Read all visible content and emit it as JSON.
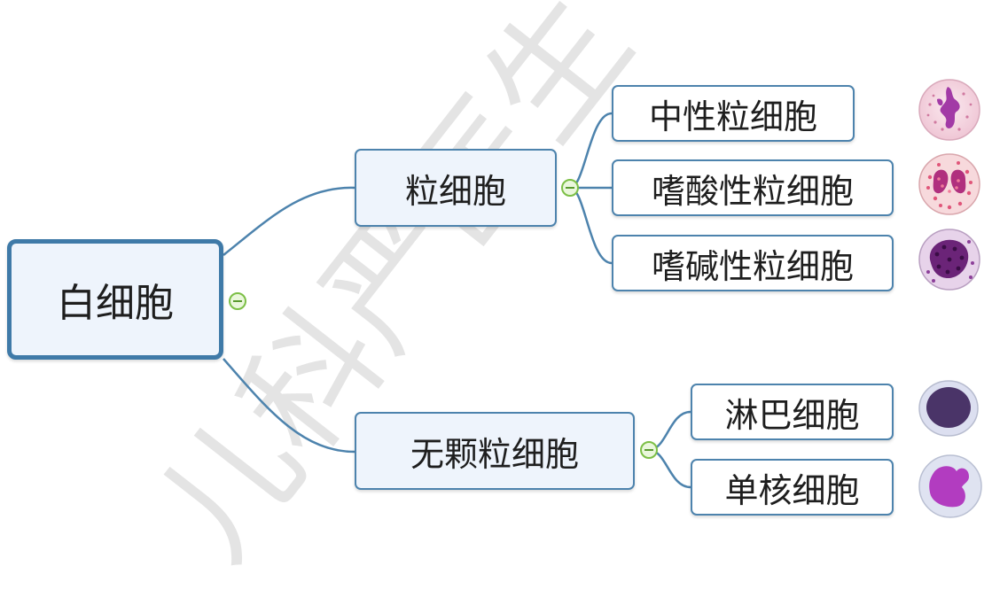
{
  "watermark": "儿科严医生",
  "root": {
    "label": "白细胞"
  },
  "groups": [
    {
      "label": "粒细胞",
      "children": [
        {
          "label": "中性粒细胞",
          "icon": "neutrophil-cell-icon"
        },
        {
          "label": "嗜酸性粒细胞",
          "icon": "eosinophil-cell-icon"
        },
        {
          "label": "嗜碱性粒细胞",
          "icon": "basophil-cell-icon"
        }
      ]
    },
    {
      "label": "无颗粒细胞",
      "children": [
        {
          "label": "淋巴细胞",
          "icon": "lymphocyte-cell-icon"
        },
        {
          "label": "单核细胞",
          "icon": "monocyte-cell-icon"
        }
      ]
    }
  ],
  "colors": {
    "connector": "#4d83ad",
    "node_border": "#4d83ad",
    "node_fill": "#eef4fc",
    "toggle_green": "#7cbf46"
  }
}
